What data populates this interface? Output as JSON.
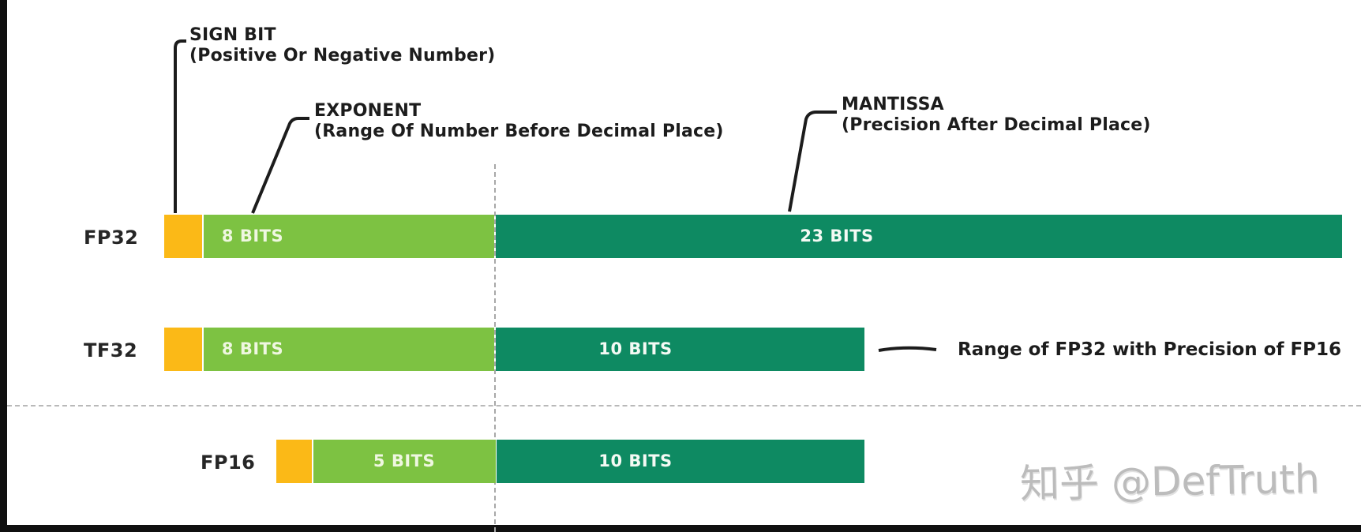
{
  "diagram": {
    "callouts": {
      "sign_bit": {
        "title": "SIGN BIT",
        "subtitle": "(Positive Or Negative Number)"
      },
      "exponent": {
        "title": "EXPONENT",
        "subtitle": "(Range Of Number Before Decimal Place)"
      },
      "mantissa": {
        "title": "MANTISSA",
        "subtitle": "(Precision After Decimal Place)"
      }
    },
    "rows": [
      {
        "label": "FP32",
        "bits": {
          "sign": 1,
          "exponent": 8,
          "mantissa": 23
        },
        "exp_label": "8 BITS",
        "man_label": "23 BITS"
      },
      {
        "label": "TF32",
        "bits": {
          "sign": 1,
          "exponent": 8,
          "mantissa": 10
        },
        "exp_label": "8 BITS",
        "man_label": "10 BITS",
        "note": "Range of FP32 with Precision of FP16"
      },
      {
        "label": "FP16",
        "bits": {
          "sign": 1,
          "exponent": 5,
          "mantissa": 10
        },
        "exp_label": "5 BITS",
        "man_label": "10 BITS"
      }
    ],
    "colors": {
      "sign_bit": "#FBB917",
      "exponent": "#7DC242",
      "mantissa": "#0E8A62",
      "callout_line": "#1c1c1c",
      "dashed_guide": "#a8a8a8"
    },
    "watermark": "知乎 @DefTruth"
  }
}
